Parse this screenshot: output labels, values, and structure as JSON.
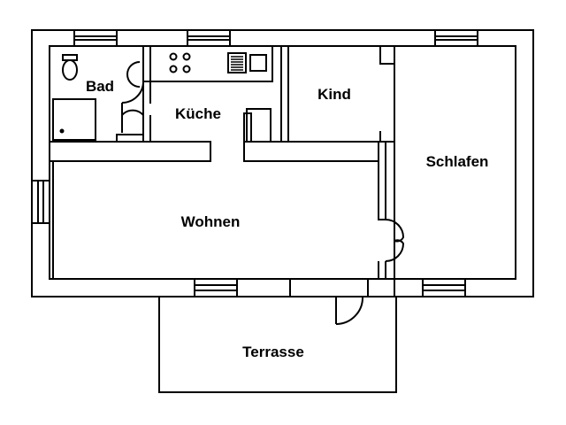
{
  "rooms": {
    "bad": "Bad",
    "kueche": "Küche",
    "kind": "Kind",
    "schlafen": "Schlafen",
    "wohnen": "Wohnen",
    "terrasse": "Terrasse"
  }
}
